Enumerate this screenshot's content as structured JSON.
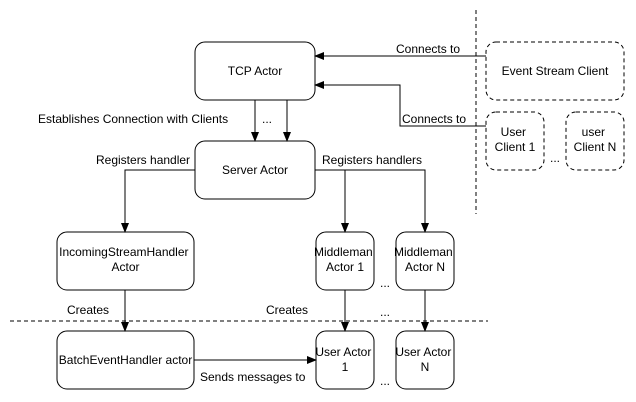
{
  "nodes": {
    "tcp_actor": [
      "TCP Actor"
    ],
    "event_stream_client": [
      "Event Stream Client"
    ],
    "user_client_1": [
      "User",
      "Client 1"
    ],
    "user_client_n": [
      "user",
      "Client N"
    ],
    "server_actor": [
      "Server Actor"
    ],
    "incoming_stream_handler_actor": [
      "IncomingStreamHandler",
      "Actor"
    ],
    "middleman_actor_1": [
      "Middleman",
      "Actor 1"
    ],
    "middleman_actor_n": [
      "Middleman",
      "Actor N"
    ],
    "batch_event_handler_actor": [
      "BatchEventHandler actor"
    ],
    "user_actor_1": [
      "User Actor",
      "1"
    ],
    "user_actor_n": [
      "User Actor",
      "N"
    ]
  },
  "edge_labels": {
    "event_stream_connects": "Connects to",
    "user_client_connects": "Connects to",
    "establishes_connection": "Establishes Connection with Clients",
    "registers_handler": "Registers handler",
    "registers_handlers": "Registers handlers",
    "creates_left": "Creates",
    "creates_right": "Creates",
    "sends_messages": "Sends messages to"
  },
  "ellipses": {
    "tcp_server_links": "...",
    "user_clients": "...",
    "middleman_actors": "...",
    "middleman_to_user_links": "...",
    "user_actors": "..."
  }
}
